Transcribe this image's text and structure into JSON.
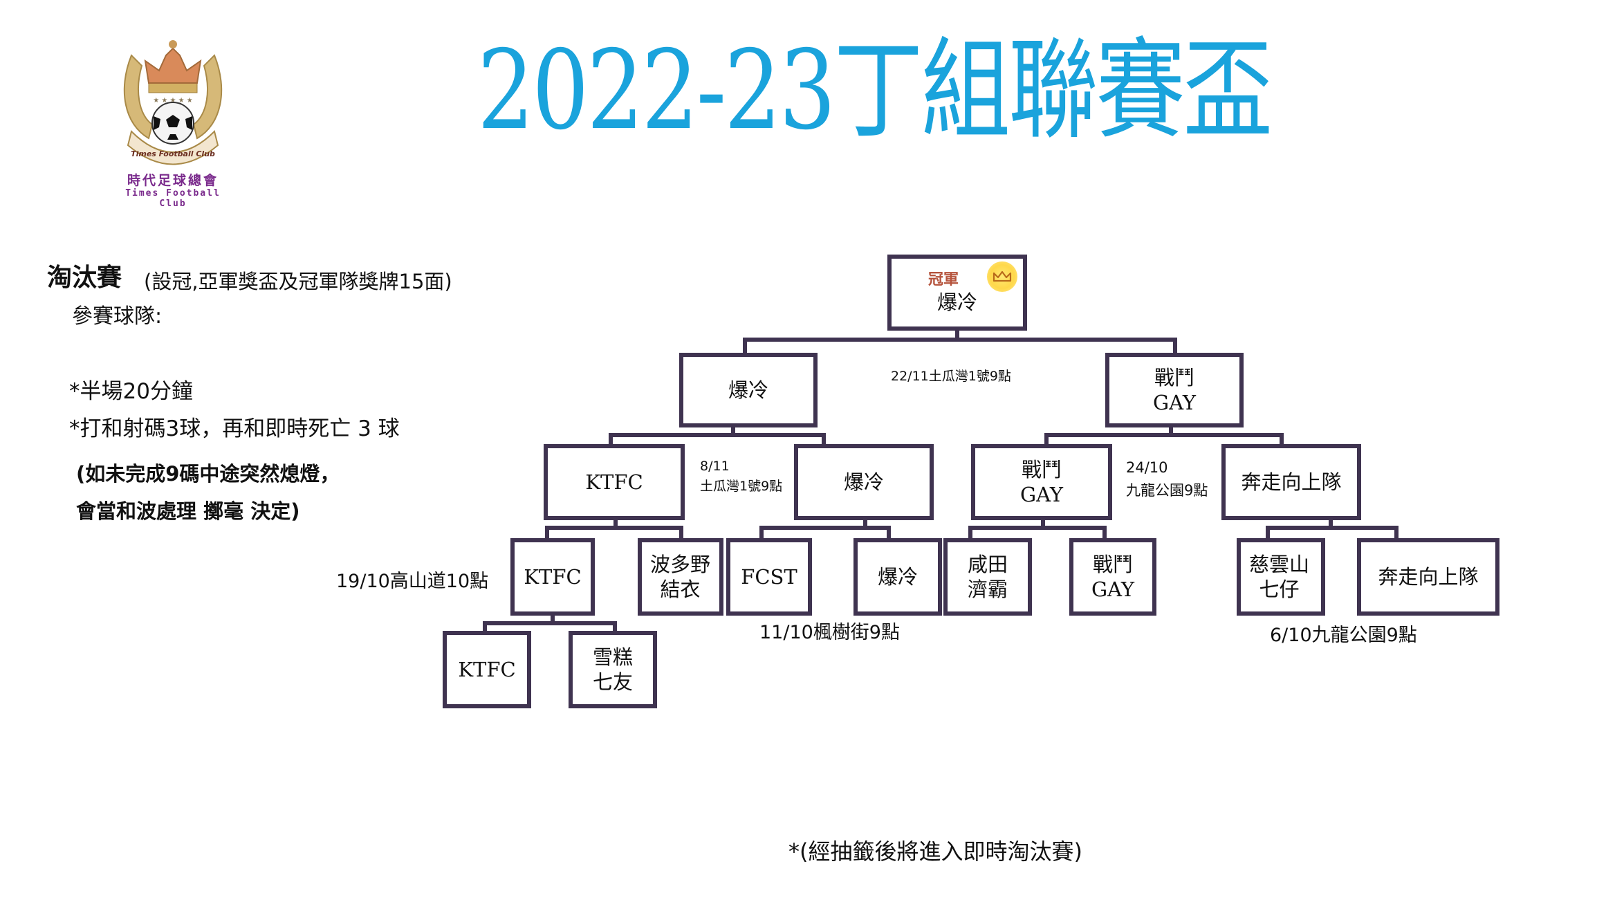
{
  "logo": {
    "name_cn": "時代足球總會",
    "name_en": "Times Football Club",
    "ribbon_text": "Times Football Club",
    "icon": "crown-winged-football-crest"
  },
  "title": "2022-23丁組聯賽盃",
  "info": {
    "knockout_title": "淘汰賽",
    "knockout_subtitle": "(設冠,亞軍獎盃及冠軍隊獎牌15面)",
    "teams_label": "參賽球隊:",
    "rule_1": "*半場20分鐘",
    "rule_2": "*打和射碼3球，再和即時死亡 3 球",
    "note_line_1": "(如未完成9碼中途突然熄燈，",
    "note_line_2": "會當和波處理 擲毫 決定)"
  },
  "footnote": "*(經抽籤後將進入即時淘汰賽)",
  "colors": {
    "title": "#1aa3dc",
    "bracket_line": "#3f3350",
    "champion_label": "#b5533c",
    "crown_badge": "#ffd84a",
    "logo_text": "#7a2a8c"
  },
  "bracket": {
    "champion": {
      "label": "冠軍",
      "team": "爆冷",
      "icon": "crown-icon"
    },
    "final": {
      "venue": "22/11土瓜灣1號9點",
      "teams": [
        "爆冷",
        "戰鬥\nGAY"
      ]
    },
    "semi_left": {
      "date": "8/11",
      "venue": "土瓜灣1號9點",
      "teams": [
        "KTFC",
        "爆冷"
      ]
    },
    "semi_right": {
      "date": "24/10",
      "venue": "九龍公園9點",
      "teams": [
        "戰鬥\nGAY",
        "奔走向上隊"
      ]
    },
    "quarter": {
      "venue_left": "19/10高山道10點",
      "venue_middle": "11/10楓樹街9點",
      "venue_right": "6/10九龍公園9點",
      "teams": [
        "KTFC",
        "波多野\n結衣",
        "FCST",
        "爆冷",
        "咸田\n濟霸",
        "戰鬥\nGAY",
        "慈雲山\n七仔",
        "奔走向上隊"
      ]
    },
    "round_one": {
      "teams": [
        "KTFC",
        "雪糕\n七友"
      ]
    }
  }
}
